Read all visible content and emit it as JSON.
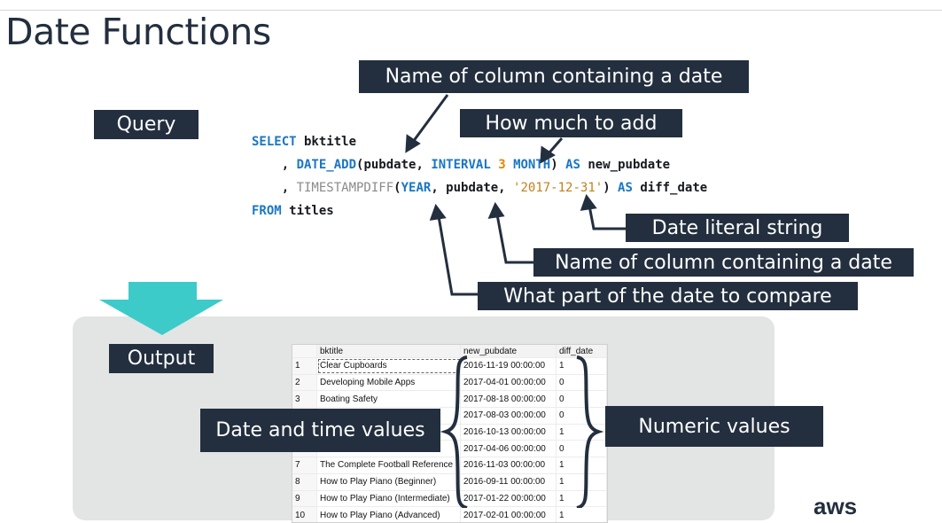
{
  "slide": {
    "title": "Date Functions"
  },
  "labels": {
    "query": "Query",
    "output": "Output",
    "col_date_1": "Name of column containing a date",
    "how_much": "How much to add",
    "date_literal": "Date literal string",
    "col_date_2": "Name of column containing a date",
    "date_part": "What part of the date to compare",
    "datetime_values": "Date and time values",
    "numeric_values": "Numeric values"
  },
  "code": {
    "l1_kw": "SELECT",
    "l1_rest": " bktitle",
    "l2_pre": "    , ",
    "l2_fn": "DATE_ADD",
    "l2_a": "(pubdate, ",
    "l2_kw": "INTERVAL",
    "l2_sp": " ",
    "l2_num": "3",
    "l2_sp2": " ",
    "l2_unit": "MONTH",
    "l2_b": ") ",
    "l2_as": "AS",
    "l2_alias": " new_pubdate",
    "l3_pre": "    , ",
    "l3_fn": "TIMESTAMPDIFF",
    "l3_a": "(",
    "l3_kw": "YEAR",
    "l3_b": ", pubdate, ",
    "l3_str": "'2017-12-31'",
    "l3_c": ") ",
    "l3_as": "AS",
    "l3_alias": " diff_date",
    "l4_kw": "FROM",
    "l4_rest": " titles"
  },
  "results": {
    "columns": [
      "",
      "bktitle",
      "new_pubdate",
      "diff_date"
    ],
    "rows": [
      [
        "1",
        "Clear Cupboards",
        "2016-11-19 00:00:00",
        "1"
      ],
      [
        "2",
        "Developing Mobile Apps",
        "2017-04-01 00:00:00",
        "0"
      ],
      [
        "3",
        "Boating Safety",
        "2017-08-18 00:00:00",
        "0"
      ],
      [
        "",
        "",
        "2017-08-03 00:00:00",
        "0"
      ],
      [
        "",
        "",
        "2016-10-13 00:00:00",
        "1"
      ],
      [
        "",
        "",
        "2017-04-06 00:00:00",
        "0"
      ],
      [
        "7",
        "The Complete Football Reference",
        "2016-11-03 00:00:00",
        "1"
      ],
      [
        "8",
        "How to Play Piano (Beginner)",
        "2016-09-11 00:00:00",
        "1"
      ],
      [
        "9",
        "How to Play Piano (Intermediate)",
        "2017-01-22 00:00:00",
        "1"
      ],
      [
        "10",
        "How to Play Piano (Advanced)",
        "2017-02-01 00:00:00",
        "1"
      ]
    ]
  },
  "logo": {
    "text": "aws"
  },
  "colors": {
    "label_bg": "#232f3e",
    "arrow_teal": "#3ccbc9",
    "keyword_blue": "#1a76c4",
    "literal_orange": "#e08a00"
  }
}
